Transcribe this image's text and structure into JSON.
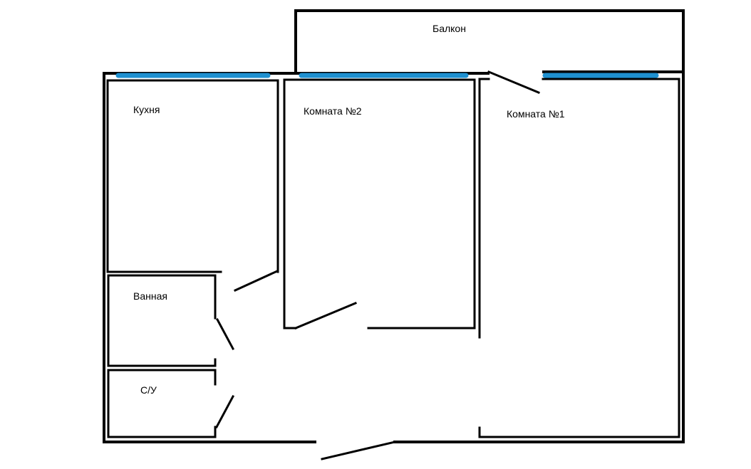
{
  "colors": {
    "wall": "#000000",
    "window": "#1e90d0",
    "background": "#ffffff"
  },
  "rooms": {
    "balcony": "Балкон",
    "kitchen": "Кухня",
    "room2": "Комната №2",
    "room1": "Комната №1",
    "bathroom": "Ванная",
    "toilet": "С/У"
  }
}
